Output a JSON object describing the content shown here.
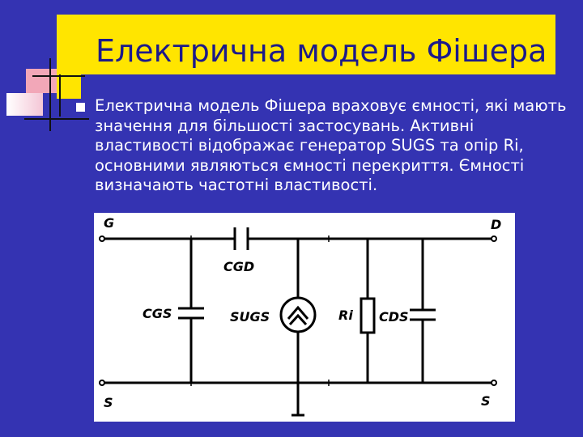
{
  "slide": {
    "title": "Електрична модель Фішера",
    "body_lines": [
      "Електрична модель Фішера враховує ємності, які мають",
      "значення для більшості застосувань. Активні",
      "властивості відображає генератор SUGS та опір Ri,",
      "основними являються ємності перекриття. Ємності",
      "визначають частотні властивості."
    ],
    "bullet_icon": "square-bullet-icon"
  },
  "circuit": {
    "labels": {
      "g": "G",
      "d": "D",
      "s_left": "S",
      "s_right": "S",
      "cgd": "CGD",
      "cgs": "CGS",
      "sugs": "SUGS",
      "ri": "Ri",
      "cds": "CDS"
    },
    "icons": [
      "capacitor-icon",
      "current-source-icon",
      "resistor-icon",
      "terminal-icon"
    ]
  },
  "colors": {
    "background": "#3433b2",
    "title_bar": "#ffe500",
    "title_text": "#1c1a8a",
    "body_text": "#ffffff",
    "circuit_bg": "#ffffff",
    "wire": "#000000"
  }
}
